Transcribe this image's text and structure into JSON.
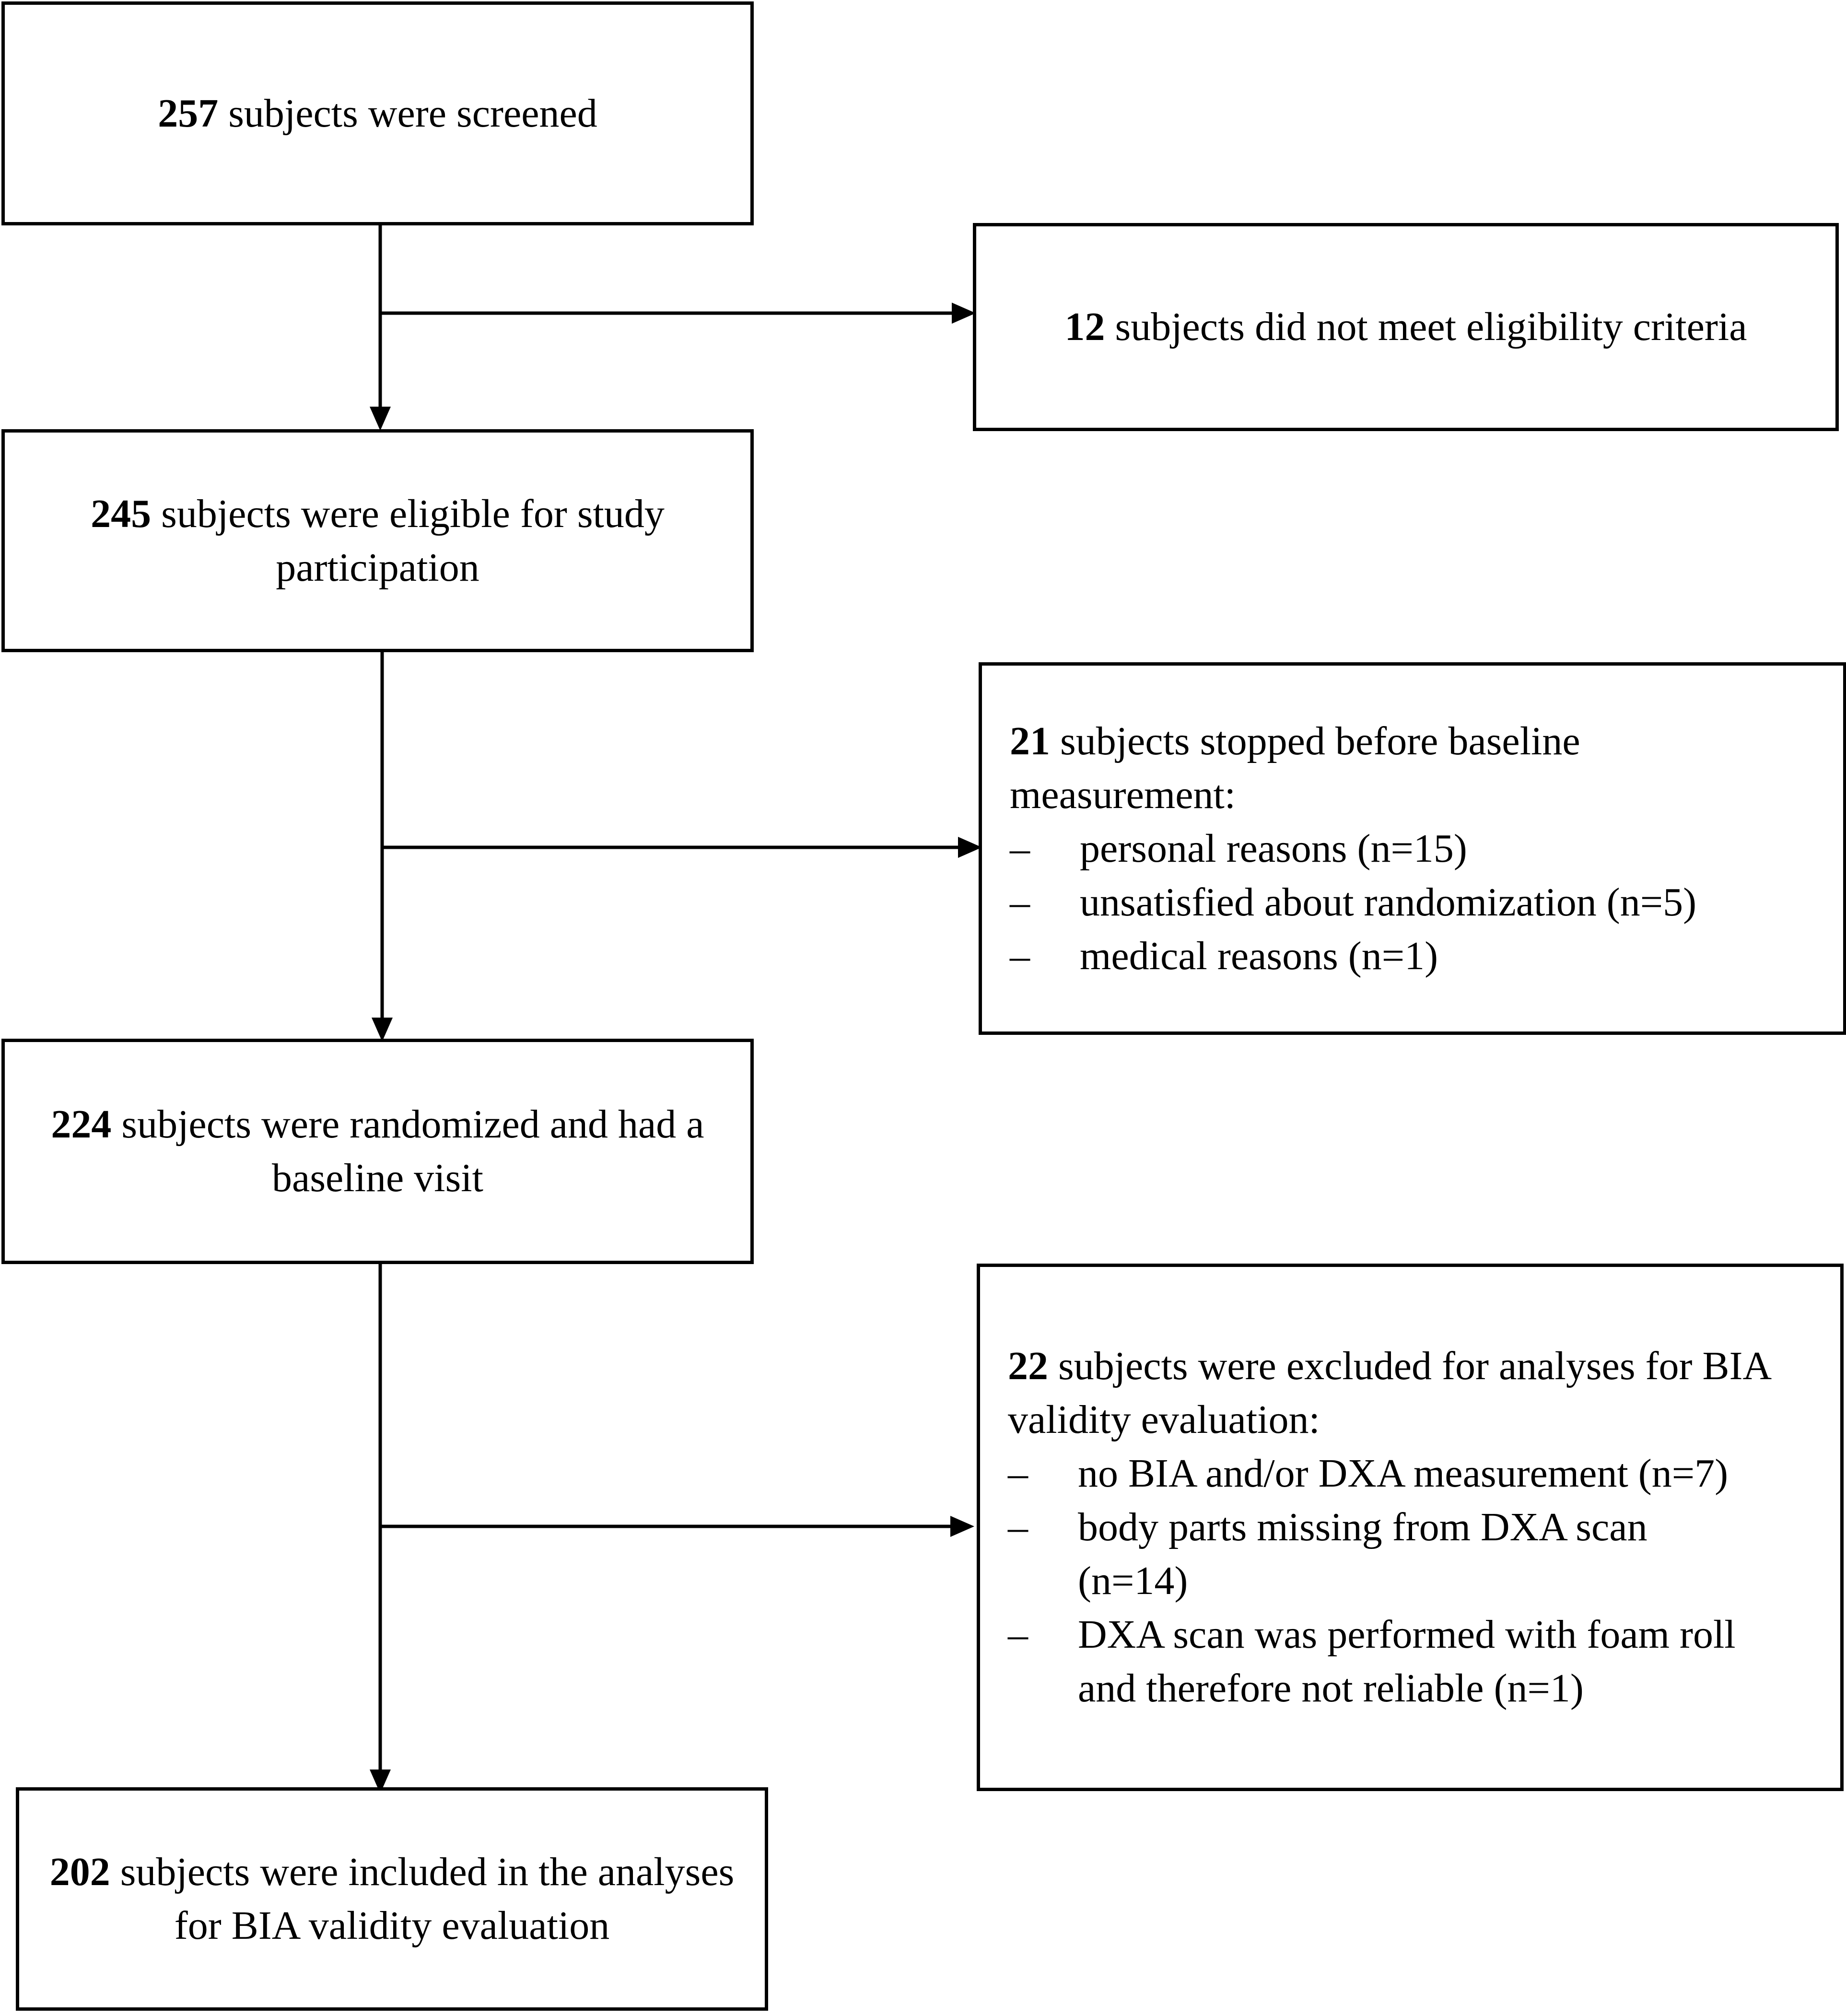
{
  "boxes": {
    "screened": {
      "count": "257",
      "text": " subjects were screened"
    },
    "not_eligible": {
      "count": "12",
      "text": " subjects did not meet eligibility criteria"
    },
    "eligible": {
      "count": "245",
      "text": " subjects were eligible for study participation"
    },
    "stopped": {
      "count": "21",
      "text": " subjects stopped before baseline measurement:",
      "reasons": [
        "personal reasons (n=15)",
        "unsatisfied about randomization (n=5)",
        "medical reasons (n=1)"
      ]
    },
    "randomized": {
      "count": "224",
      "text": " subjects were randomized and had a baseline visit"
    },
    "excluded": {
      "count": "22",
      "text": " subjects were excluded for analyses for BIA validity evaluation:",
      "reasons": [
        "no BIA and/or DXA measurement (n=7)",
        "body parts missing from DXA scan (n=14)",
        "DXA scan was performed with foam roll and therefore not reliable (n=1)"
      ]
    },
    "included": {
      "count": "202",
      "text": " subjects were included in the analyses for BIA validity evaluation"
    }
  },
  "bullet_glyph": "–",
  "colors": {
    "line": "#000000",
    "background": "#ffffff"
  }
}
